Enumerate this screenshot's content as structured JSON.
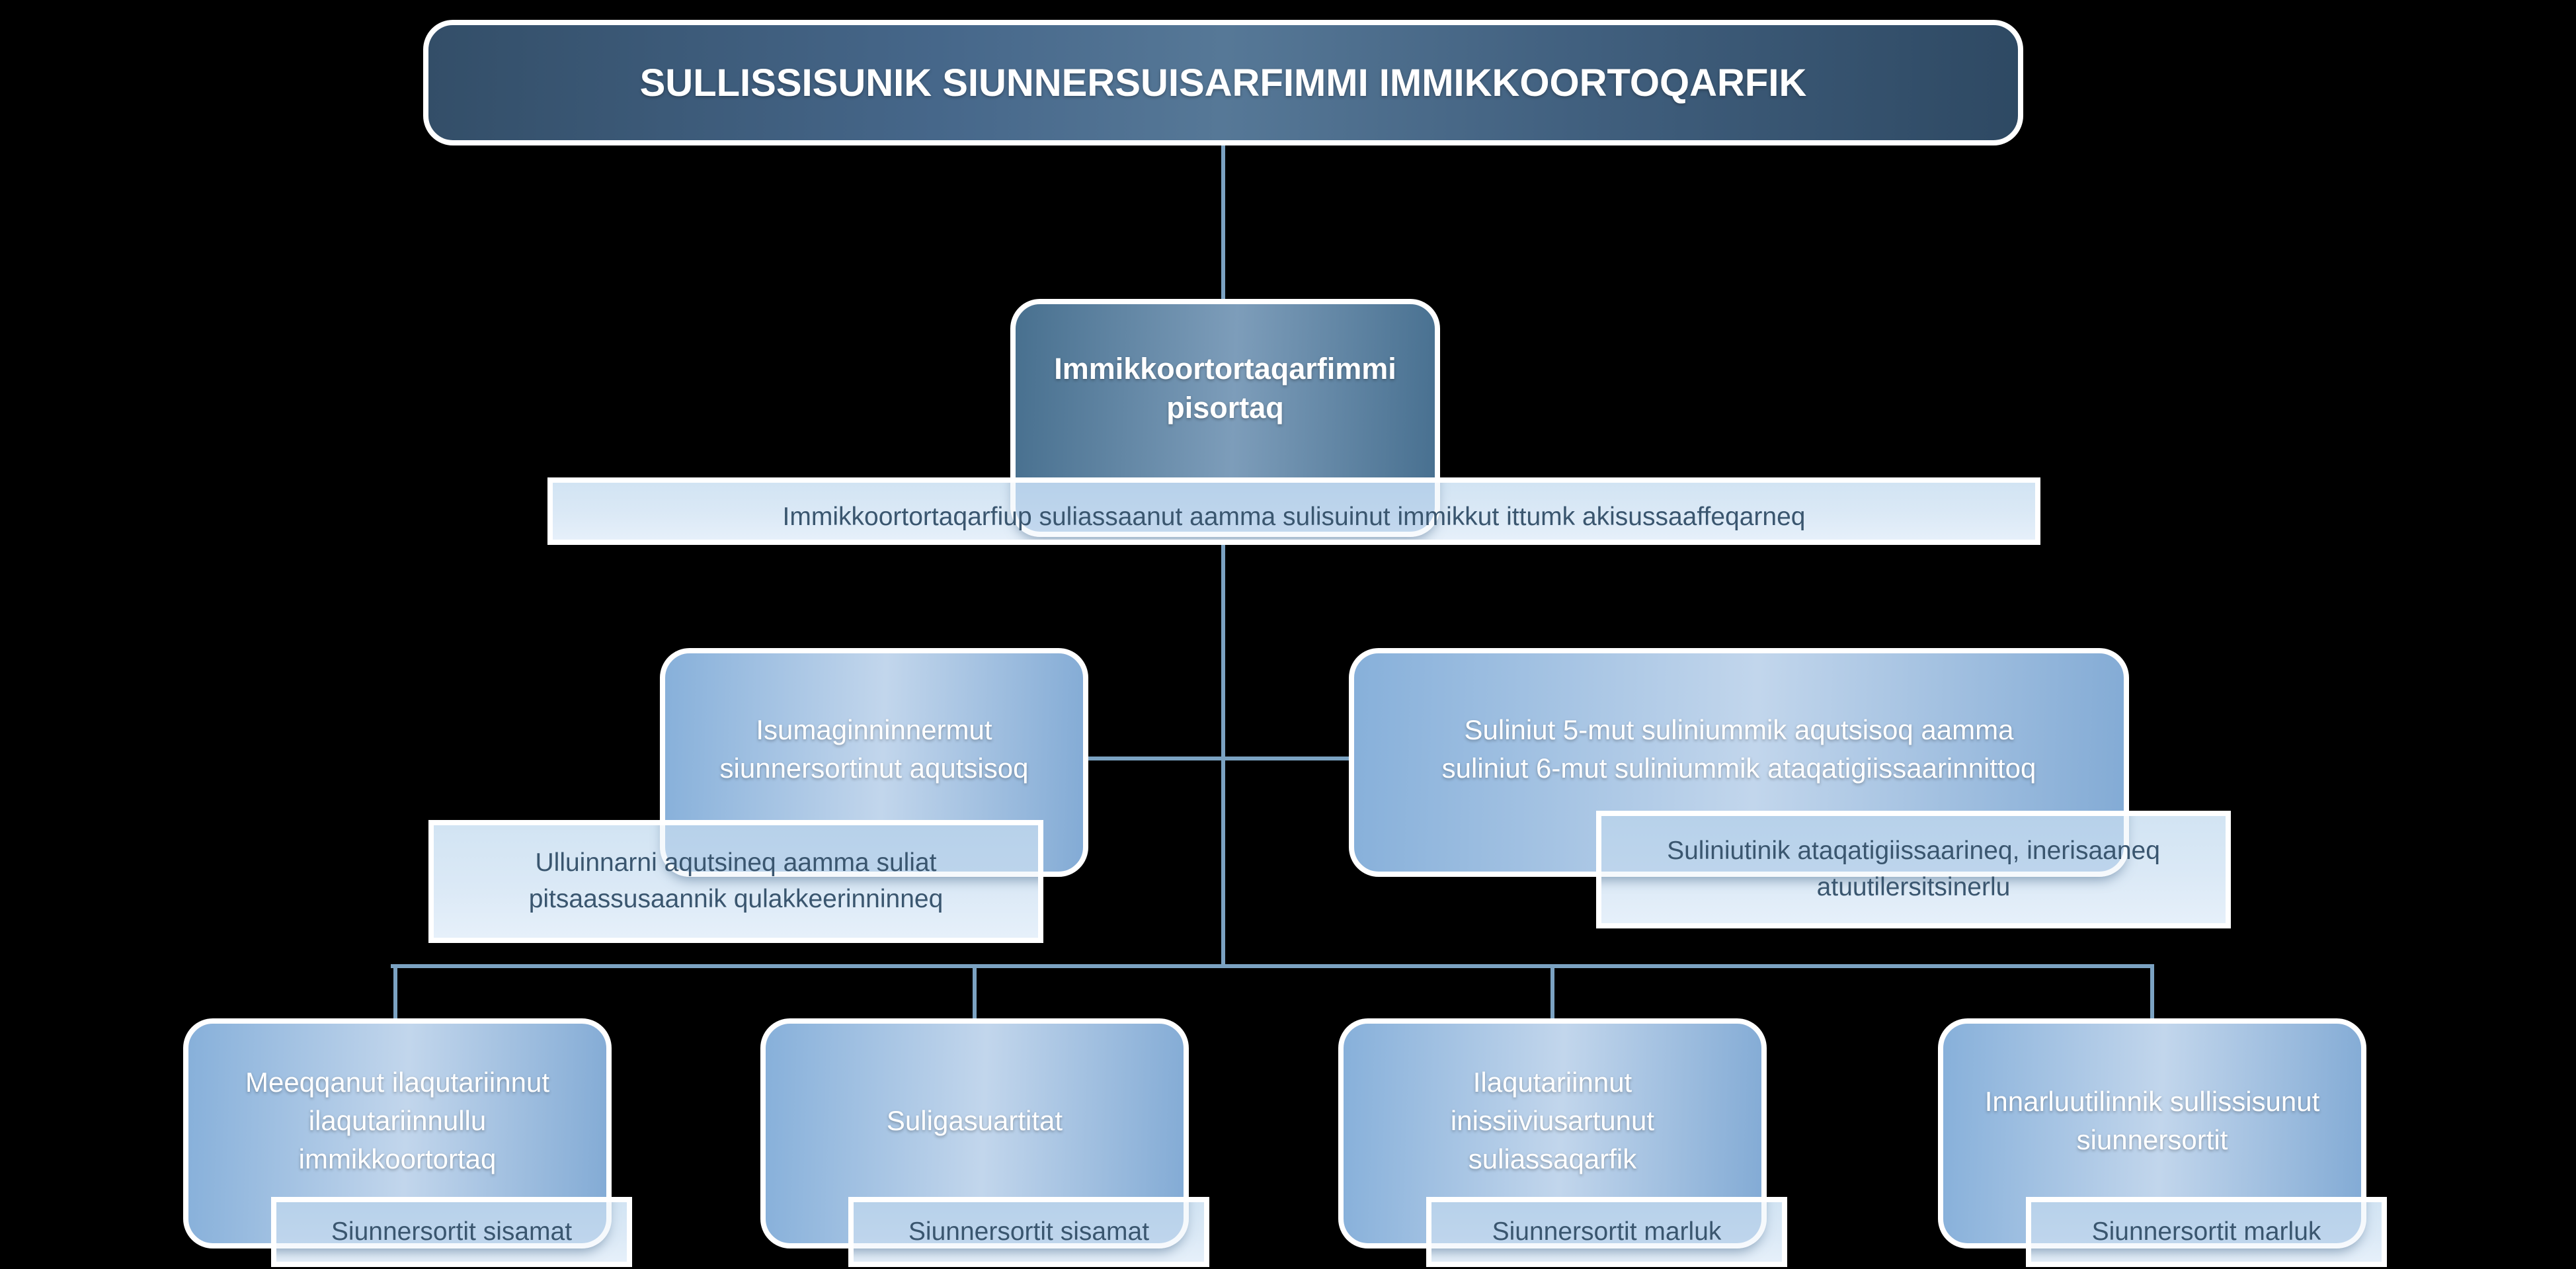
{
  "title": {
    "label": "SULLISSISUNIK SIUNNERSUISARFIMMI IMMIKKOORTOQARFIK"
  },
  "director": {
    "label": "Immikkoortortaqarfimmi\npisortaq",
    "note": "Immikkoortortaqarfiup suliassaanut aamma sulisuinut immikkut ittumk akisussaaffeqarneq"
  },
  "managers": [
    {
      "label": "Isumaginninnermut\nsiunnersortinut aqutsisoq",
      "note": "Ulluinnarni aqutsineq aamma suliat\npitsaassusaannik qulakkeerinninneq"
    },
    {
      "label": "Suliniut 5-mut suliniummik aqutsisoq aamma\nsuliniut 6-mut suliniummik ataqatigiissaarinnittoq",
      "note": "Suliniutinik ataqatigiissaarineq, inerisaaneq\natuutilersitsinerlu"
    }
  ],
  "units": [
    {
      "label": "Meeqqanut ilaqutariinnut\nilaqutariinnullu\nimmikkoortortaq",
      "note": "Siunnersortit sisamat"
    },
    {
      "label": "Suligasuartitat",
      "note": "Siunnersortit sisamat"
    },
    {
      "label": "Ilaqutariinnut\ninissiiviusartunut\nsuliassaqarfik",
      "note": "Siunnersortit marluk"
    },
    {
      "label": "Innarluutilinnik sullissisunut\nsiunnersortit",
      "note": "Siunnersortit marluk"
    }
  ],
  "palette": {
    "background": "#000000",
    "connector": "#7ba2c2",
    "title_box": "#3c5a78",
    "director_box": "#5d82a3",
    "unit_box": "#8fb4dc",
    "box_border": "#ffffff",
    "label_text": "#ffffff",
    "note_bg": "#d9e8f6",
    "note_text": "#3a566f"
  }
}
